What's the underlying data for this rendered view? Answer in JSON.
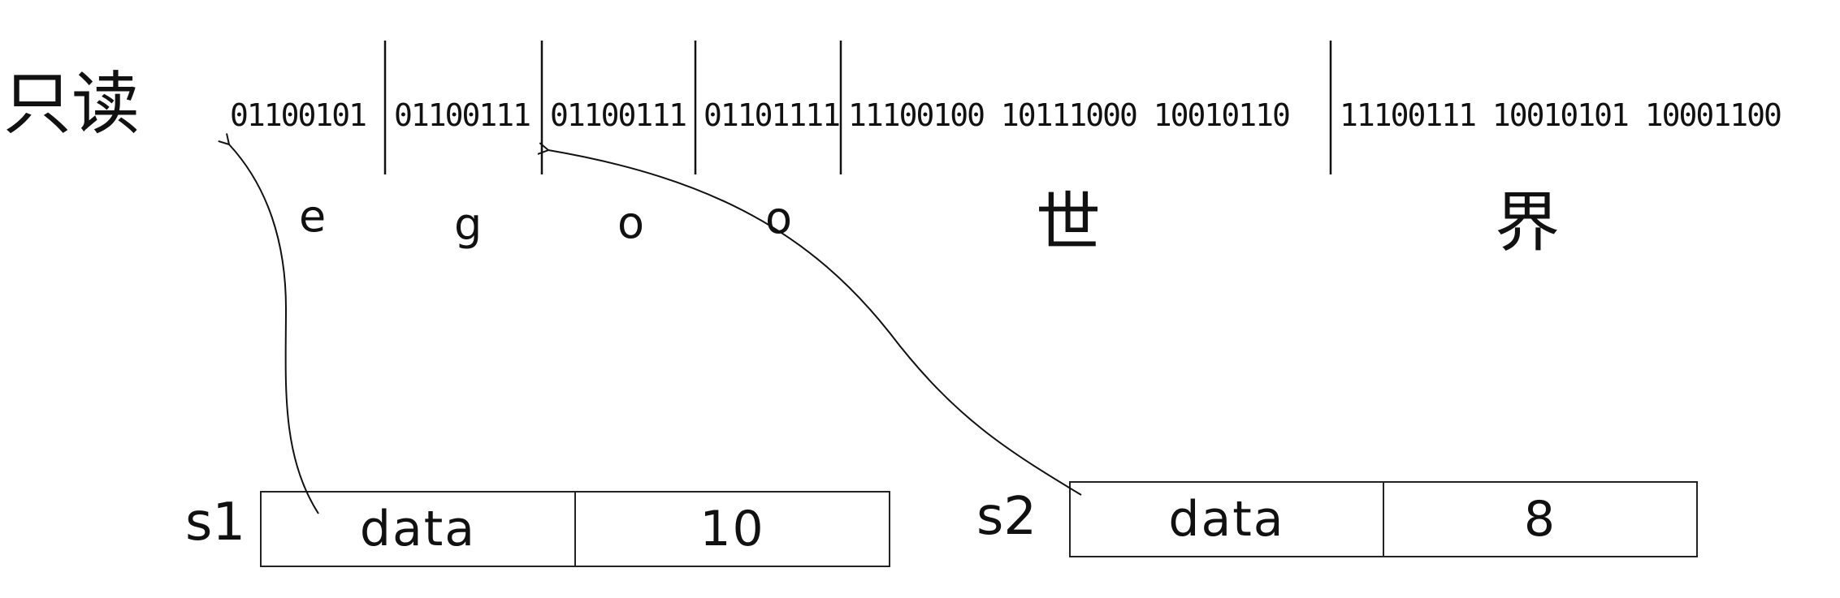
{
  "readonly_label": "只读",
  "bytes": [
    "01100101",
    "01100111",
    "01100111",
    "01101111",
    "11100100 10111000 10010110",
    "11100111 10010101 10001100"
  ],
  "chars": [
    "e",
    "g",
    "o",
    "o",
    "世",
    "界"
  ],
  "s1": {
    "name": "s1",
    "data": "data",
    "len": "10"
  },
  "s2": {
    "name": "s2",
    "data": "data",
    "len": "8"
  }
}
